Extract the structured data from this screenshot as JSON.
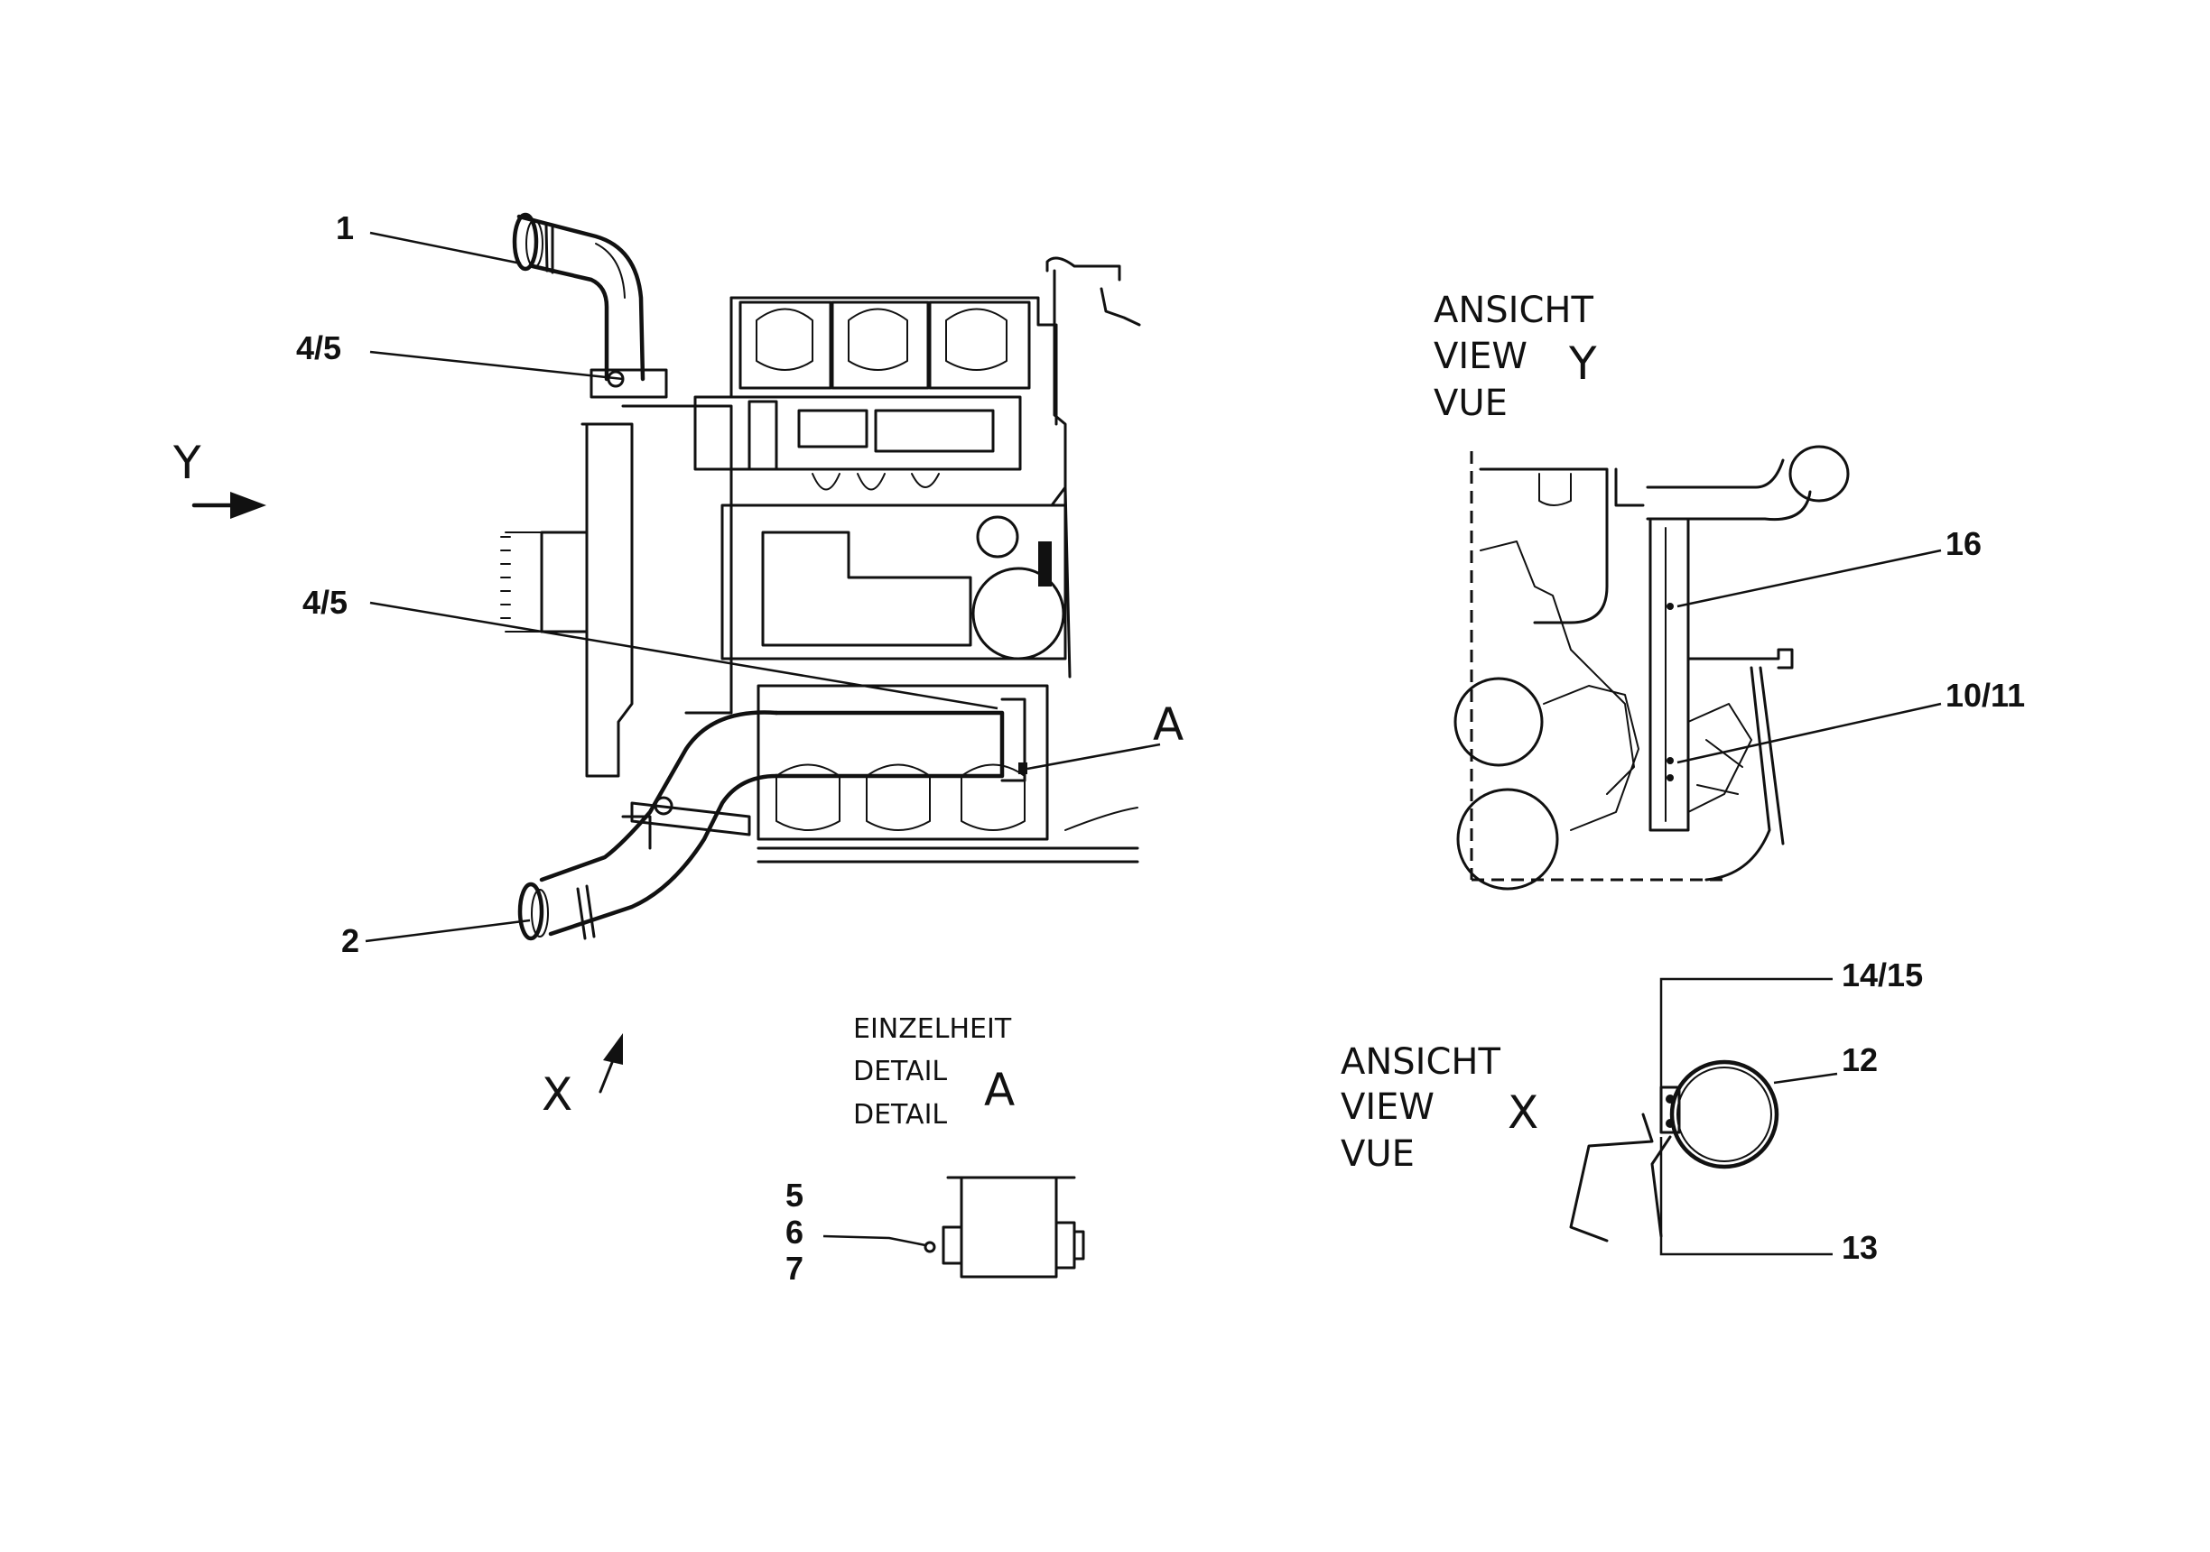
{
  "callouts": {
    "c1": "1",
    "c2": "2",
    "c45_top": "4/5",
    "c45_mid": "4/5",
    "c16": "16",
    "c1011": "10/11",
    "c1415": "14/15",
    "c12": "12",
    "c13": "13",
    "c5": "5",
    "c6": "6",
    "c7": "7"
  },
  "view_y": {
    "line1": "ANSICHT",
    "line2": "VIEW",
    "line3": "VUE",
    "letter": "Y"
  },
  "view_x": {
    "line1": "ANSICHT",
    "line2": "VIEW",
    "line3": "VUE",
    "letter": "X"
  },
  "detail_a": {
    "line1": "EINZELHEIT",
    "line2": "DETAIL",
    "line3": "DETAIL",
    "letter": "A"
  },
  "markers": {
    "y_arrow": "Y",
    "x_arrow": "X",
    "a_marker": "A"
  }
}
